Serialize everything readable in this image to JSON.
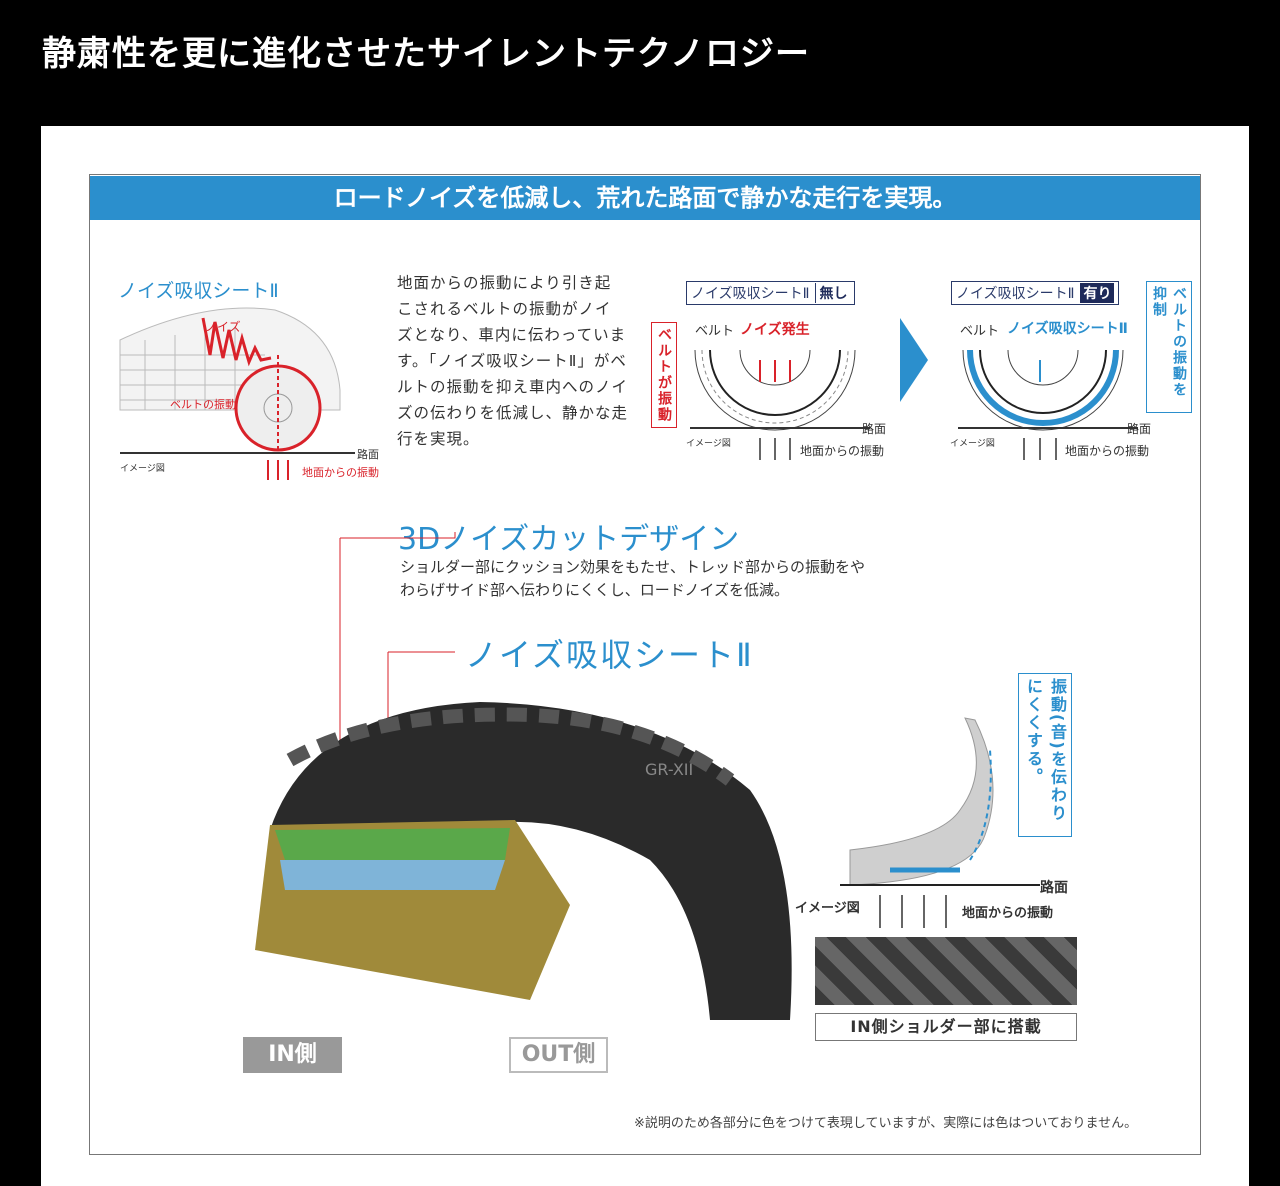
{
  "page_title": "静粛性を更に進化させたサイレントテクノロジー",
  "banner": "ロードノイズを低減し、荒れた路面で静かな走行を実現。",
  "car_diagram": {
    "title": "ノイズ吸収シートⅡ",
    "noise": "ノイズ",
    "belt_vibration": "ベルトの振動",
    "road": "路面",
    "image_note": "イメージ図",
    "ground_vibration": "地面からの振動"
  },
  "description": [
    "地面からの振動により引き起",
    "こされるベルトの振動がノイ",
    "ズとなり、車内に伝わっていま",
    "す。「ノイズ吸収シートⅡ」がベ",
    "ルトの振動を抑え車内へのノイ",
    "ズの伝わりを低減し、静かな走",
    "行を実現。"
  ],
  "without": {
    "tag": "ノイズ吸収シートⅡ",
    "state": "無し",
    "belt": "ベルト",
    "noise": "ノイズ発生",
    "side_note": "ベルトが振動",
    "road": "路面",
    "image_note": "イメージ図",
    "ground_vibration": "地面からの振動"
  },
  "with": {
    "tag": "ノイズ吸収シートⅡ",
    "state": "有り",
    "belt": "ベルト",
    "sheet": "ノイズ吸収シートⅡ",
    "side_note": "ベルトの振動を抑制",
    "road": "路面",
    "image_note": "イメージ図",
    "ground_vibration": "地面からの振動"
  },
  "feature_3d": {
    "title": "3Dノイズカットデザイン",
    "lines": [
      "ショルダー部にクッション効果をもたせ、トレッド部からの振動をや",
      "わらげサイド部へ伝わりにくくし、ロードノイズを低減。"
    ]
  },
  "feature_sheet": {
    "title": "ノイズ吸収シートⅡ"
  },
  "tire_brand": "GR-XII",
  "shoulder": {
    "callout": "振動(音)を伝わりにくくする。",
    "road": "路面",
    "image_note": "イメージ図",
    "ground_vibration": "地面からの振動",
    "caption": "IN側ショルダー部に搭載"
  },
  "in_label": "IN側",
  "out_label": "OUT側",
  "footnote": "※説明のため各部分に色をつけて表現していますが、実際には色はついておりません。",
  "colors": {
    "accent": "#2b8fcd",
    "red": "#d9222a",
    "navy": "#1e2a5a"
  }
}
